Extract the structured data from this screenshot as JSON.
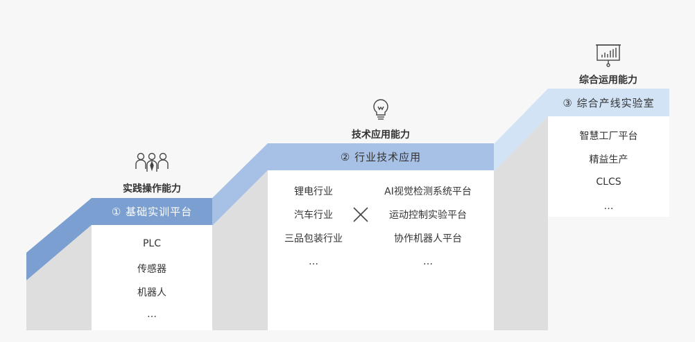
{
  "colors": {
    "band1": "#7a9fd0",
    "band2": "#a7c0e6",
    "band3": "#d3e3f6",
    "side_gray": "#dedede"
  },
  "stage1": {
    "icon": "people-icon",
    "title": "实践操作能力",
    "band_label": "① 基础实训平台",
    "items": [
      "PLC",
      "传感器",
      "机器人",
      "…"
    ]
  },
  "stage2": {
    "icon": "lightbulb-icon",
    "title": "技术应用能力",
    "band_label": "② 行业技术应用",
    "left_items": [
      "锂电行业",
      "汽车行业",
      "三品包装行业",
      "…"
    ],
    "cross_icon": "cross-icon",
    "right_items": [
      "AI视觉检测系统平台",
      "运动控制实验平台",
      "协作机器人平台",
      "…"
    ]
  },
  "stage3": {
    "icon": "presentation-board-icon",
    "title": "综合运用能力",
    "band_label": "③ 综合产线实验室",
    "items": [
      "智慧工厂平台",
      "精益生产",
      "CLCS",
      "…"
    ]
  }
}
